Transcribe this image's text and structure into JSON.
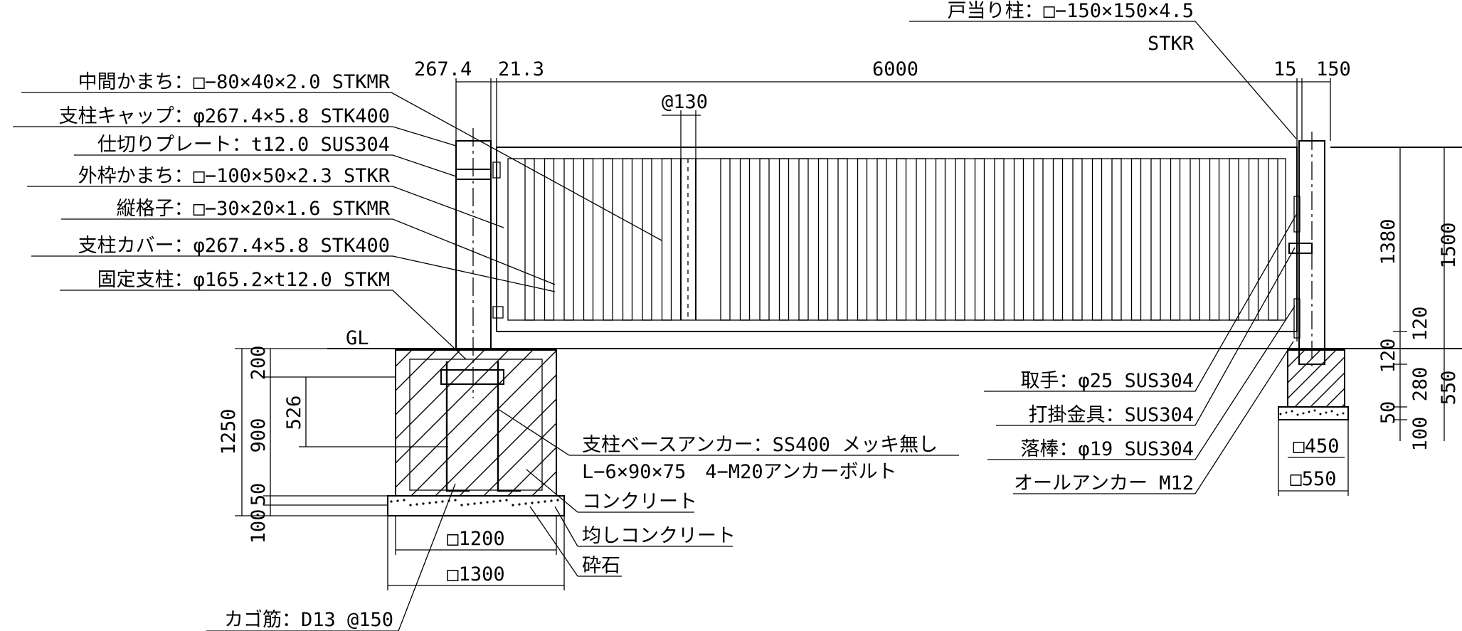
{
  "labels": {
    "middle_rail": "中間かまち：□−80×40×2.0 STKMR",
    "post_cap": "支柱キャップ：φ267.4×5.8 STK400",
    "partition_plate": "仕切りプレート：t12.0 SUS304",
    "outer_frame": "外枠かまち：□−100×50×2.3 STKR",
    "vertical_bars": "縦格子：□−30×20×1.6 STKMR",
    "post_cover": "支柱カバー：φ267.4×5.8 STK400",
    "fixed_post": "固定支柱：φ165.2×t12.0 STKM",
    "door_stop_post": "戸当り柱：□−150×150×4.5",
    "door_stop_post_grade": "STKR",
    "ground_level": "GL",
    "base_anchor_1": "支柱ベースアンカー：SS400 メッキ無し",
    "base_anchor_2": "L−6×90×75　4−M20アンカーボルト",
    "concrete": "コンクリート",
    "leveling_concrete": "均しコンクリート",
    "crushed_stone": "砕石",
    "cage_rebar": "カゴ筋：D13 @150",
    "handle": "取手：φ25 SUS304",
    "strike_fitting": "打掛金具：SUS304",
    "drop_bar": "落棒：φ19 SUS304",
    "all_anchor": "オールアンカー M12"
  },
  "dimensions": {
    "top_post_dia": "267.4",
    "top_gap": "21.3",
    "top_gate_width": "6000",
    "top_right_gap": "15",
    "top_right_post": "150",
    "bar_pitch": "@130",
    "right_1380": "1380",
    "right_1500": "1500",
    "right_120_upper": "120",
    "right_120_lower": "120",
    "right_280": "280",
    "right_550": "550",
    "right_50": "50",
    "right_100": "100",
    "left_1250": "1250",
    "left_900": "900",
    "left_200": "200",
    "left_526": "526",
    "left_50": "50",
    "left_100": "100",
    "footing_1200": "□1200",
    "footing_1300": "□1300",
    "small_footing_450": "□450",
    "small_footing_550": "□550"
  }
}
